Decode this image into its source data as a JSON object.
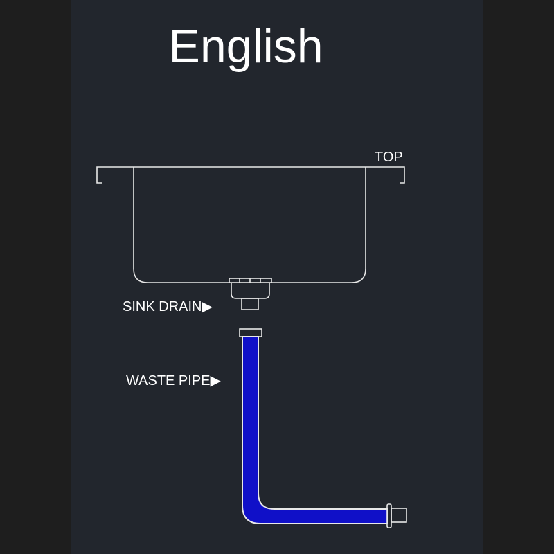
{
  "title": "English",
  "labels": {
    "top": "TOP",
    "sink_drain": "SINK DRAIN",
    "waste_pipe": "WASTE PIPE",
    "arrow": "▶"
  },
  "colors": {
    "pipe_fill": "#1010c8",
    "line": "#e8e8e8",
    "background": "#22262d",
    "side": "#1e1e1e"
  }
}
